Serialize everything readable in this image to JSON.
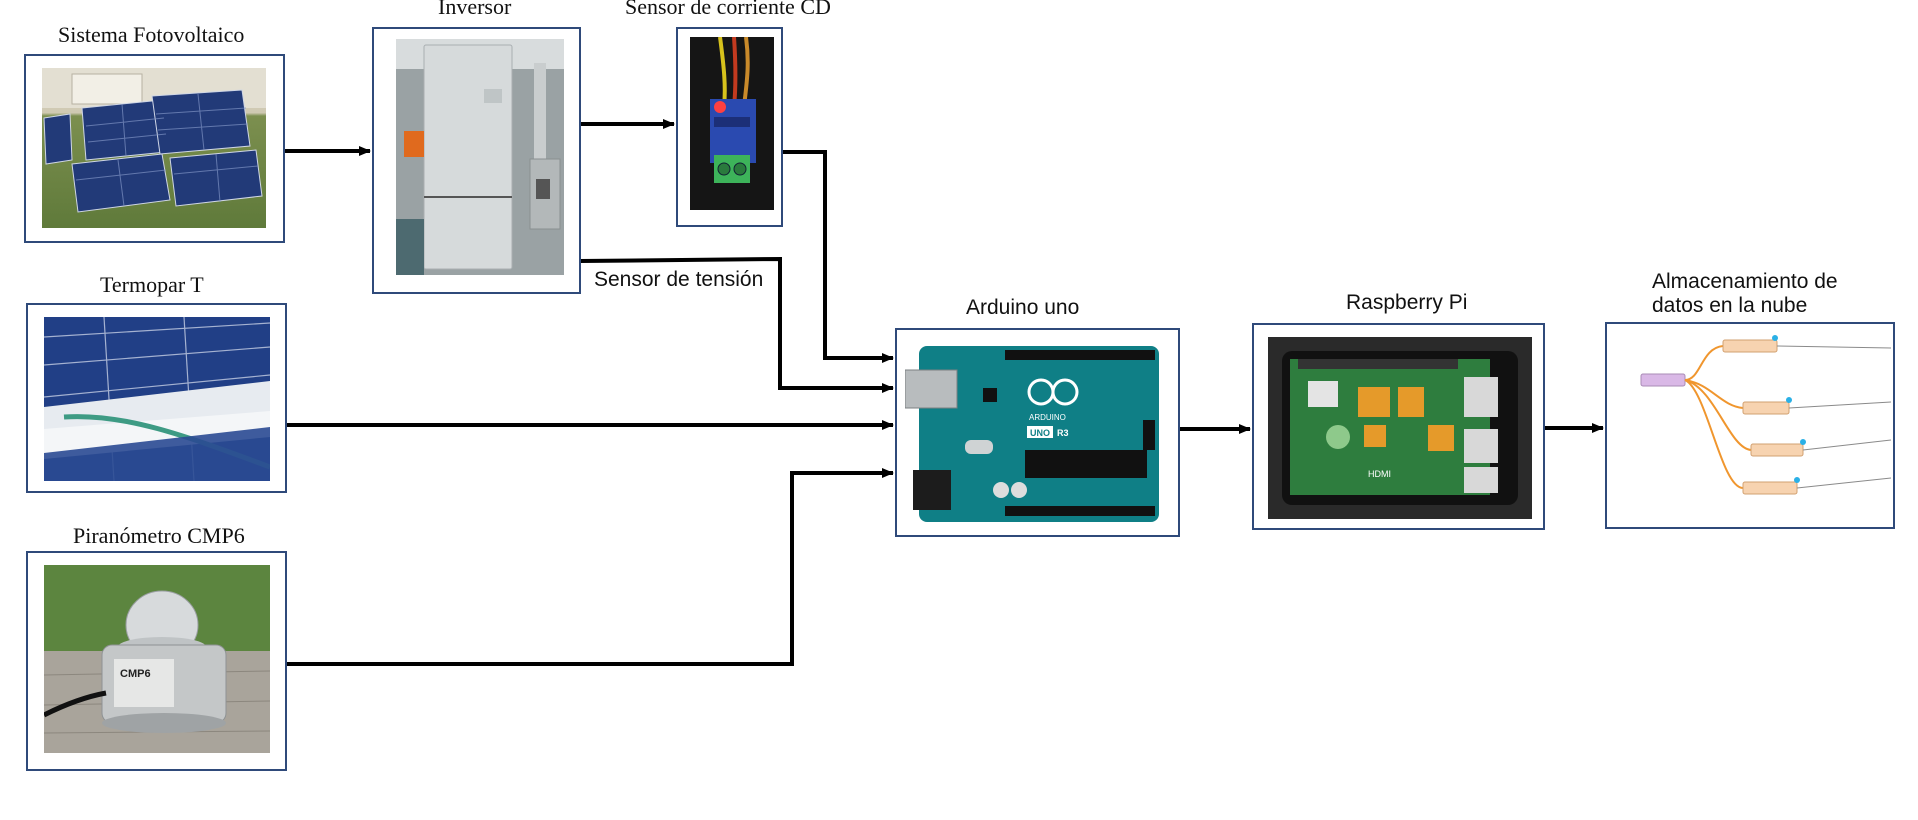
{
  "labels": {
    "pv": "Sistema Fotovoltaico",
    "inverter": "Inversor",
    "dc_sensor": "Sensor de corriente CD",
    "voltage_sensor": "Sensor de tensión",
    "thermocouple": "Termopar T",
    "pyranometer": "Piranómetro CMP6",
    "arduino": "Arduino uno",
    "raspberry": "Raspberry Pi",
    "cloud_line1": "Almacenamiento de",
    "cloud_line2": "datos en la nube"
  },
  "photo_text": {
    "arduino_brand": "ARDUINO",
    "arduino_model": "UNO",
    "arduino_rev": "R3",
    "pyranometer_model": "CMP6",
    "raspberry_port": "HDMI"
  },
  "colors": {
    "box_border": "#2f4a7a",
    "connector": "#000000",
    "arduino_board": "#0f7f86",
    "heatsink": "#e59a2a",
    "node_wire": "#f0962e"
  }
}
